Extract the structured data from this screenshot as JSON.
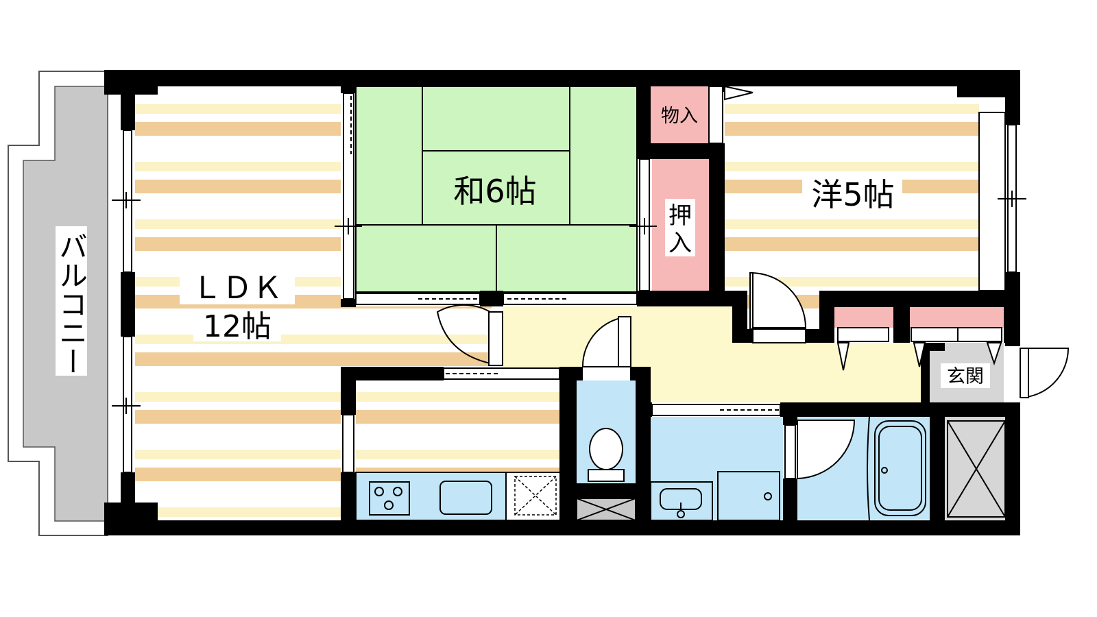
{
  "rooms": {
    "balcony": "バルコニー",
    "ldk_name": "ＬＤＫ",
    "ldk_size": "12帖",
    "washitsu": "和6帖",
    "youshitsu": "洋5帖",
    "monoire": "物入",
    "oshiire_1": "押",
    "oshiire_2": "入",
    "genkan": "玄関"
  },
  "colors": {
    "wall": "#000000",
    "tatami": "#ccf5c0",
    "flooring_stripe": "#f0cc98",
    "corridor": "#fdf9cc",
    "water_area": "#c2e6f7",
    "storage": "#f7b8b8",
    "balcony": "#c8c8c8",
    "entrance": "#d6d6d6"
  }
}
